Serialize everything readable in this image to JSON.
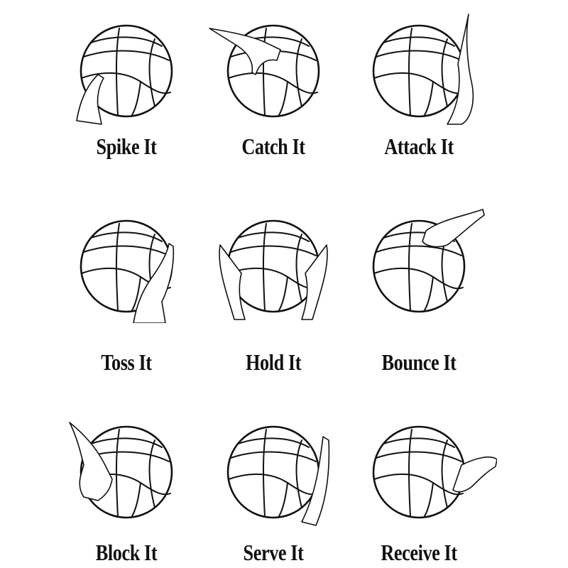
{
  "colors": {
    "ink": "#111111",
    "background": "#ffffff"
  },
  "items": [
    {
      "label": "Spike It",
      "icon": "volleyball-hand-below-left-icon"
    },
    {
      "label": "Catch It",
      "icon": "volleyball-hand-top-icon"
    },
    {
      "label": "Attack It",
      "icon": "volleyball-hand-right-icon"
    },
    {
      "label": "Toss It",
      "icon": "volleyball-hand-below-right-icon"
    },
    {
      "label": "Hold It",
      "icon": "volleyball-two-hands-icon"
    },
    {
      "label": "Bounce It",
      "icon": "volleyball-hand-top-right-icon"
    },
    {
      "label": "Block It",
      "icon": "volleyball-hand-left-icon"
    },
    {
      "label": "Serve It",
      "icon": "volleyball-two-hands-side-icon"
    },
    {
      "label": "Receive It",
      "icon": "volleyball-hands-right-icon"
    }
  ]
}
